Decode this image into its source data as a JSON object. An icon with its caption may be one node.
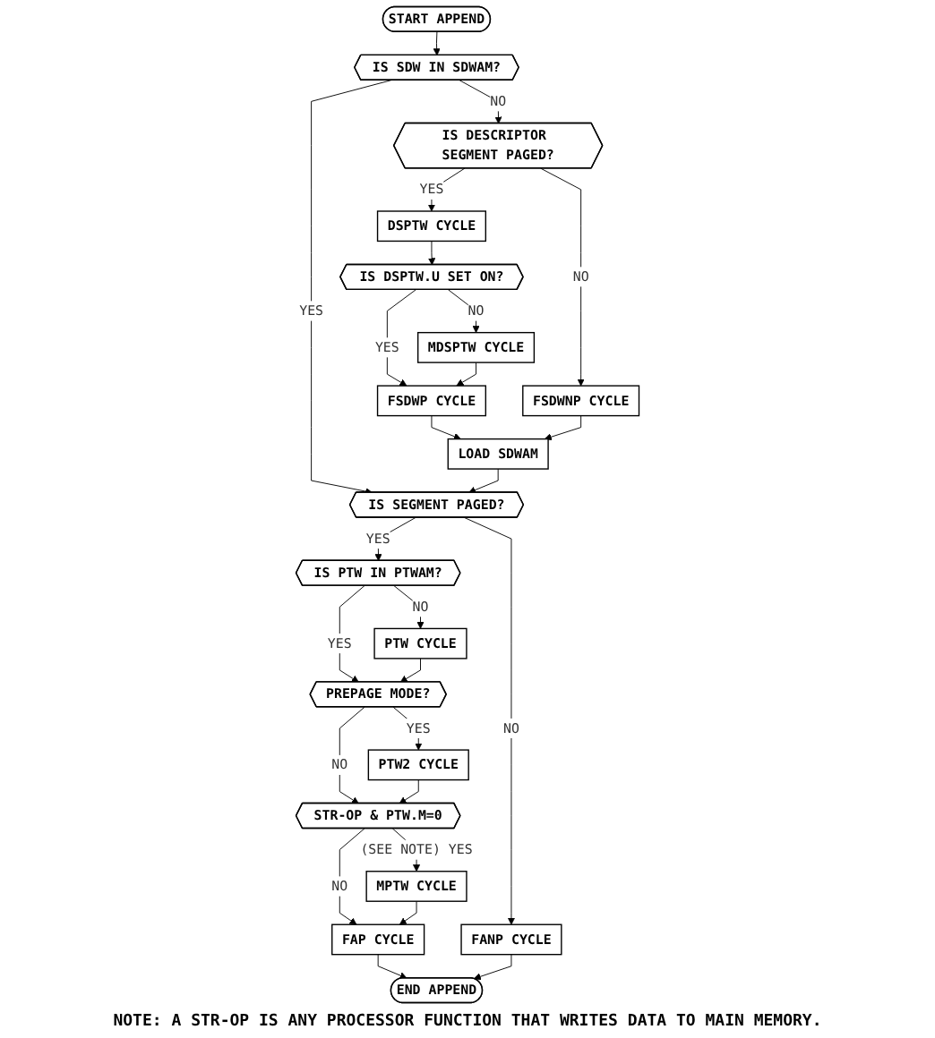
{
  "diagram": {
    "nodes": [
      {
        "text": [
          "START APPEND"
        ]
      },
      {
        "text": [
          "IS SDW IN SDWAM?"
        ]
      },
      {
        "text": [
          "IS DESCRIPTOR SEGMENT PAGED?"
        ]
      },
      {
        "text": [
          "DSPTW CYCLE"
        ]
      },
      {
        "text": [
          "IS DSPTW.U SET ON?"
        ]
      },
      {
        "text": [
          "MDSPTW CYCLE"
        ]
      },
      {
        "text": [
          "FSDWP CYCLE"
        ]
      },
      {
        "text": [
          "FSDWNP CYCLE"
        ]
      },
      {
        "text": [
          "LOAD SDWAM"
        ]
      },
      {
        "text": [
          "IS SEGMENT PAGED?"
        ]
      },
      {
        "text": [
          "FANP CYCLE"
        ]
      },
      {
        "text": [
          "IS PTW IN PTWAM?"
        ]
      },
      {
        "text": [
          "PTW CYCLE"
        ]
      },
      {
        "text": [
          "PREPAGE MODE?"
        ]
      },
      {
        "text": [
          "PTW2 CYCLE"
        ]
      },
      {
        "text": [
          "STR-OP & PTW.M=0"
        ]
      },
      {
        "text": [
          "MPTW CYCLE"
        ]
      },
      {
        "text": [
          "FAP CYCLE"
        ]
      },
      {
        "text": [
          "END APPEND"
        ]
      }
    ],
    "edges": [
      {
        "from": 0,
        "to": 1,
        "arrow": "to"
      },
      {
        "from": 1,
        "to": 2,
        "arrow": "to",
        "label": "NO"
      },
      {
        "from": 1,
        "to": 9,
        "arrow": "to",
        "label": "YES"
      },
      {
        "from": 2,
        "to": 3,
        "arrow": "to",
        "label": "YES"
      },
      {
        "from": 2,
        "to": 7,
        "arrow": "to",
        "label": "NO"
      },
      {
        "from": 3,
        "to": 4,
        "arrow": "to"
      },
      {
        "from": 4,
        "to": 6,
        "arrow": "to",
        "label": "YES"
      },
      {
        "from": 4,
        "to": 5,
        "arrow": "to",
        "label": "NO"
      },
      {
        "from": 5,
        "to": 6,
        "arrow": "to"
      },
      {
        "from": 6,
        "to": 8,
        "arrow": "to"
      },
      {
        "from": 7,
        "to": 8,
        "arrow": "to"
      },
      {
        "from": 8,
        "to": 9,
        "arrow": "to"
      },
      {
        "from": 9,
        "to": 11,
        "arrow": "to",
        "label": "YES"
      },
      {
        "from": 9,
        "to": 10,
        "arrow": "to",
        "label": "NO"
      },
      {
        "from": 11,
        "to": 13,
        "arrow": "to",
        "label": "YES"
      },
      {
        "from": 11,
        "to": 12,
        "arrow": "to",
        "label": "NO"
      },
      {
        "from": 12,
        "to": 13,
        "arrow": "to"
      },
      {
        "from": 13,
        "to": 14,
        "arrow": "to",
        "label": "YES"
      },
      {
        "from": 13,
        "to": 15,
        "arrow": "to",
        "label": "NO"
      },
      {
        "from": 14,
        "to": 15,
        "arrow": "to"
      },
      {
        "from": 15,
        "to": 17,
        "arrow": "to",
        "label": "NO"
      },
      {
        "from": 15,
        "to": 16,
        "arrow": "to",
        "label": "(SEE NOTE) YES"
      },
      {
        "from": 16,
        "to": 17,
        "arrow": "to"
      },
      {
        "from": 17,
        "to": 18,
        "arrow": "to"
      },
      {
        "from": 10,
        "to": 18,
        "arrow": "to"
      }
    ],
    "labels": [
      "NOTE: A STR-OP IS ANY PROCESSOR FUNCTION THAT WRITES DATA TO MAIN MEMORY."
    ]
  }
}
